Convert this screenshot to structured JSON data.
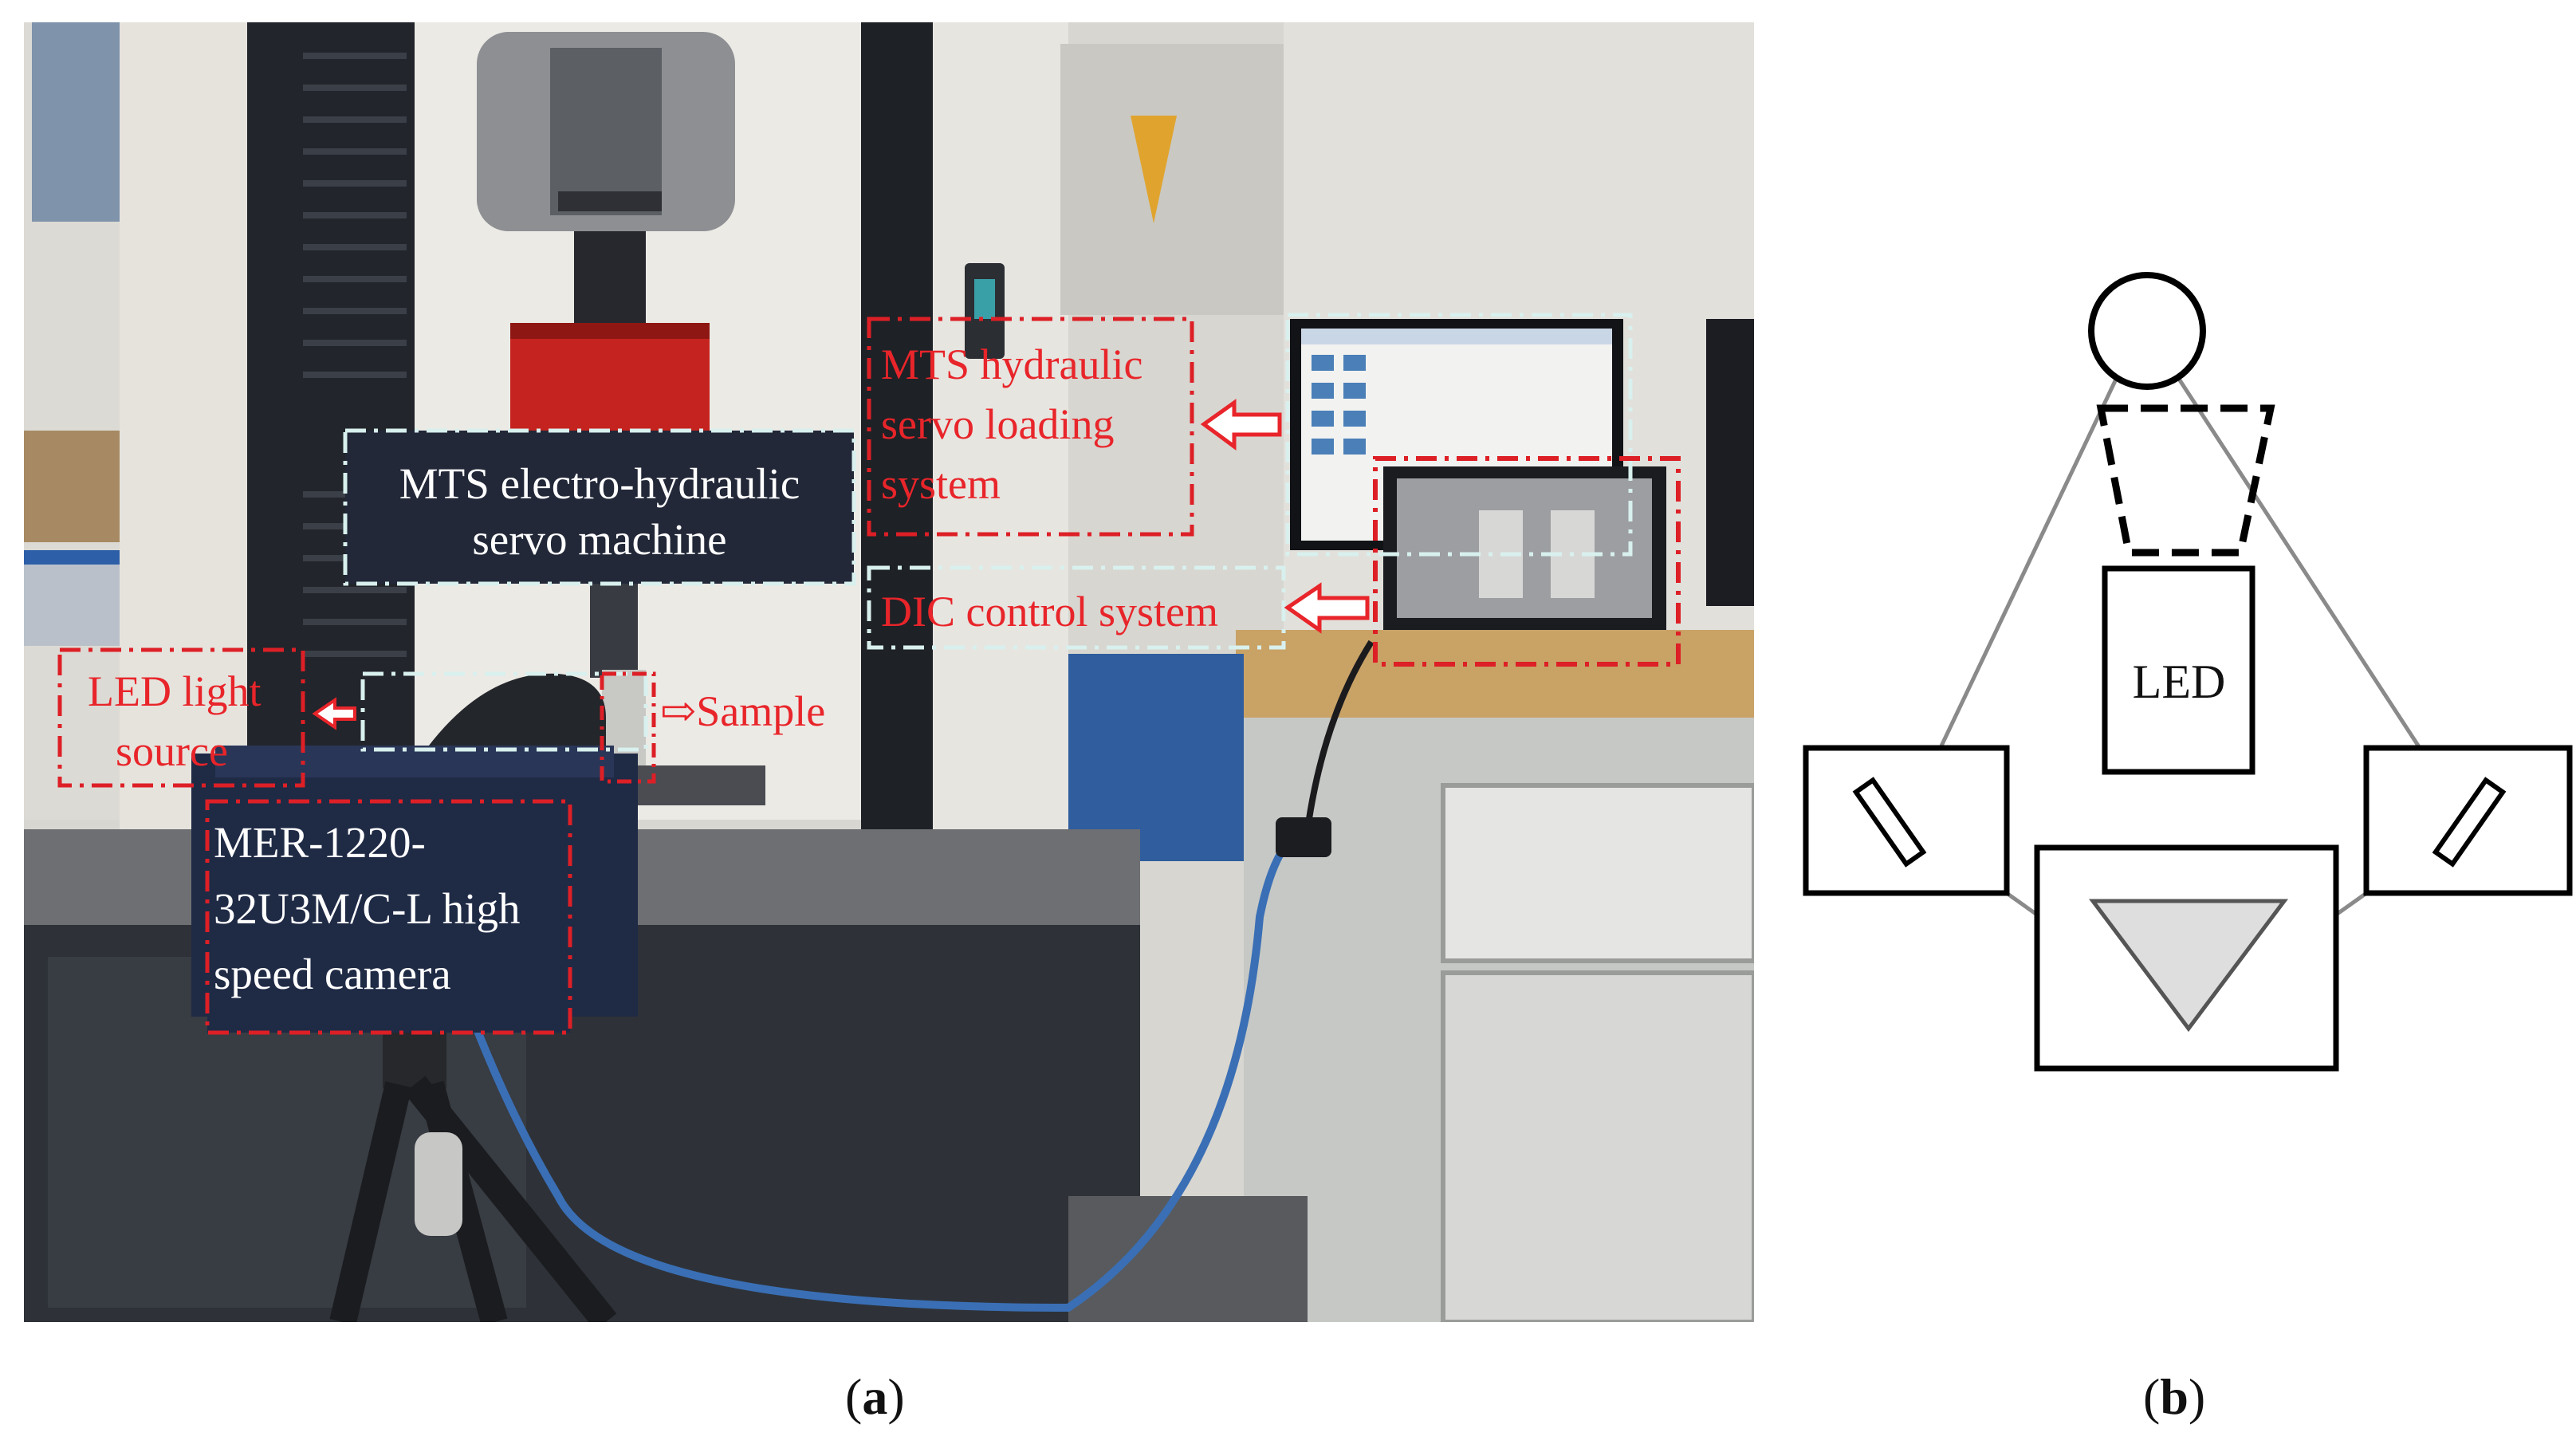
{
  "panel_a": {
    "annotations": {
      "machine": [
        "MTS electro-hydraulic",
        "servo machine"
      ],
      "loading": [
        "MTS hydraulic",
        "servo loading",
        "system"
      ],
      "dic": "DIC control system",
      "led": [
        "LED light",
        "source"
      ],
      "sample": "⇨Sample",
      "camera": [
        "MER-1220-",
        "32U3M/C-L high",
        "speed camera"
      ]
    },
    "colors": {
      "annotation_red": "#e8252a",
      "dashed_box_red": "#dd1f26",
      "dashed_box_cyan": "#d8f0ee",
      "label_box_fill": "#222838",
      "label_text": "#ffffff"
    }
  },
  "panel_b": {
    "led_label": "LED",
    "colors": {
      "stroke": "#000000",
      "ray": "#8a8a8a",
      "prism_fill": "#dedede"
    }
  },
  "captions": {
    "a": {
      "open": "(",
      "letter": "a",
      "close": ")"
    },
    "b": {
      "open": "(",
      "letter": "b",
      "close": ")"
    }
  }
}
